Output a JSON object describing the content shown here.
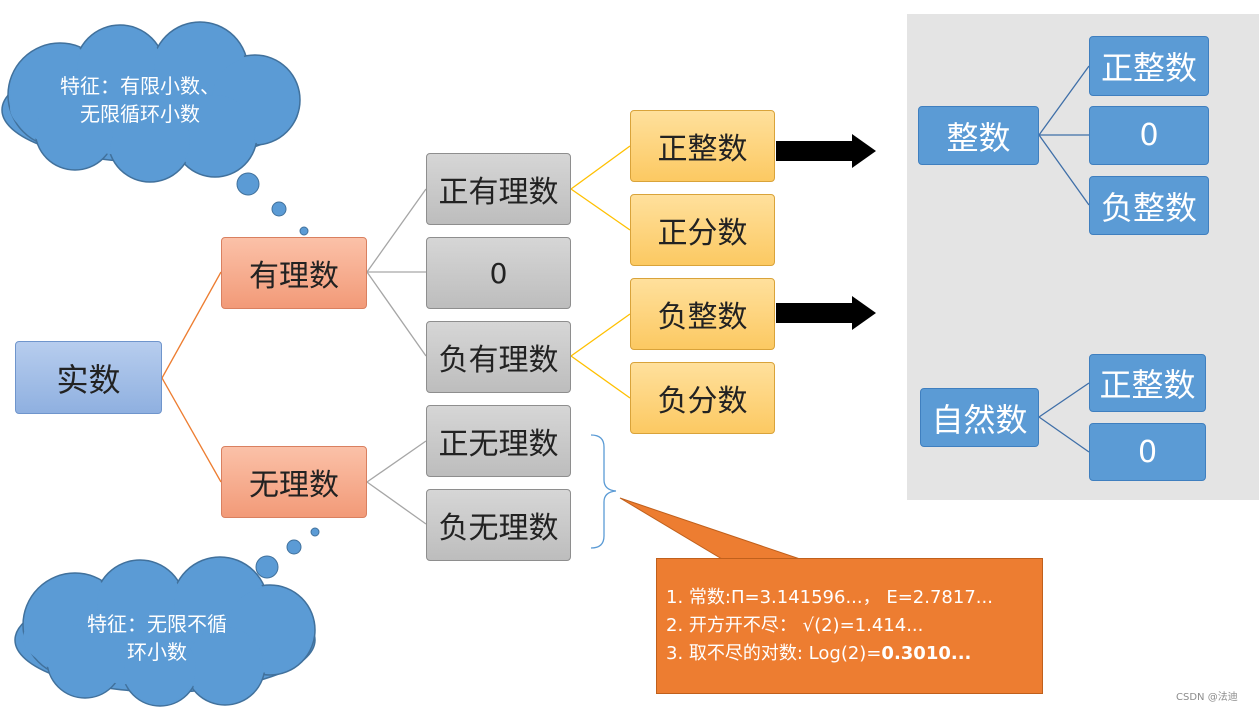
{
  "nodes": {
    "real": "实数",
    "rational": "有理数",
    "irrational": "无理数",
    "pos_rational": "正有理数",
    "zero": "0",
    "neg_rational": "负有理数",
    "pos_irrational": "正无理数",
    "neg_irrational": "负无理数",
    "pos_integer": "正整数",
    "pos_fraction": "正分数",
    "neg_integer": "负整数",
    "neg_fraction": "负分数"
  },
  "panel": {
    "integers": "整数",
    "int_pos": "正整数",
    "int_zero": "0",
    "int_neg": "负整数",
    "naturals": "自然数",
    "nat_pos": "正整数",
    "nat_zero": "0"
  },
  "clouds": {
    "rational_line1": "特征：有限小数、",
    "rational_line2": "无限循环小数",
    "irrational_line1": "特征：无限不循",
    "irrational_line2": "环小数"
  },
  "note": {
    "line1": "1. 常数:Π=3.141596...， E=2.7817...",
    "line2": "2. 开方开不尽： √(2)=1.414...",
    "line3_prefix": "3. 取不尽的对数: Log(2)=",
    "line3_bold": "0.3010..."
  },
  "credit": "CSDN @法迪",
  "colors": {
    "cloud": "#5b9bd5",
    "orange_line": "#ed7d31",
    "gray_line": "#a6a6a6",
    "yellow_line": "#ffc000",
    "panel_bg": "#e4e4e4",
    "note_bg": "#ed7d31"
  }
}
